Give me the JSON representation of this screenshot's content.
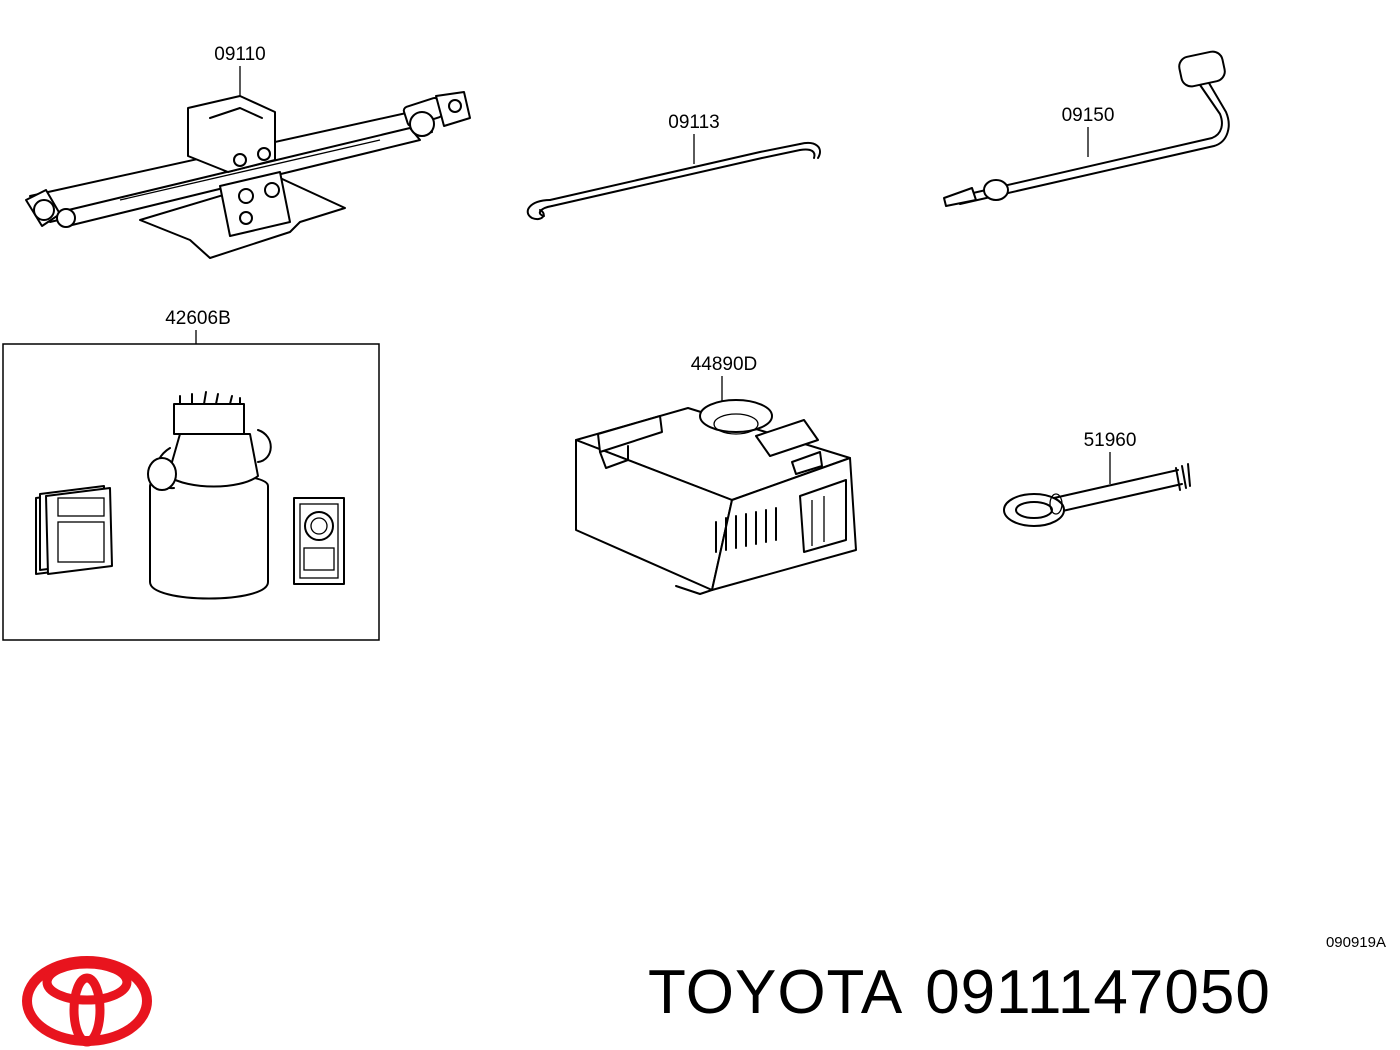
{
  "diagram": {
    "callouts": {
      "jack": "09110",
      "handle": "09113",
      "wrench": "09150",
      "repair_kit": "42606B",
      "compressor": "44890D",
      "tow_hook": "51960"
    },
    "diagram_code": "090919A"
  },
  "footer": {
    "brand": "TOYOTA",
    "part_number": "0911147050",
    "logo_icon": "toyota-logo-icon",
    "logo_color": "#e8141e"
  }
}
